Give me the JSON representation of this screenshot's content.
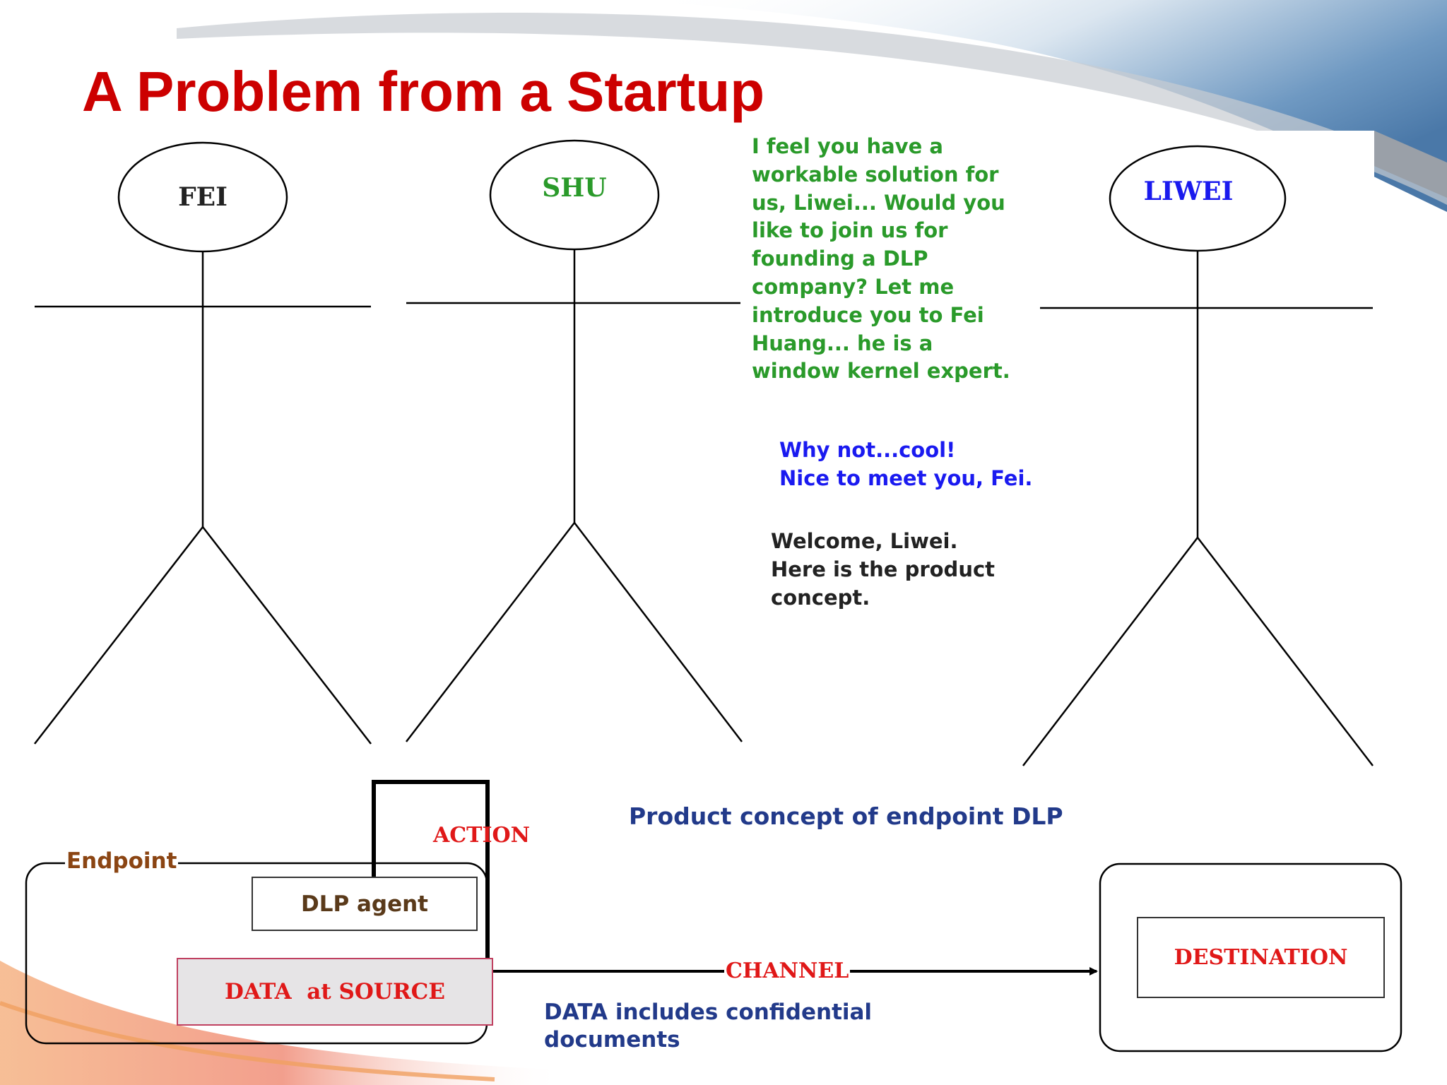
{
  "slide": {
    "title": "A Problem from a Startup"
  },
  "figures": {
    "fei": {
      "name": "FEI",
      "color": "#222222"
    },
    "shu": {
      "name": "SHU",
      "color": "#2a9a2a"
    },
    "liwei": {
      "name": "LIWEI",
      "color": "#1a1aee"
    }
  },
  "dialogue": {
    "shu": "I feel you have a\nworkable solution for\nus, Liwei... Would you\nlike to  join us for\nfounding  a DLP\ncompany?  Let me\nintroduce you to Fei\nHuang... he is a\nwindow kernel expert.",
    "liwei": "Why not...cool!\nNice to meet you, Fei.",
    "fei": "Welcome, Liwei.\nHere is the product\nconcept."
  },
  "concept": {
    "caption": "Product concept of endpoint DLP",
    "endpoint_label": "Endpoint",
    "agent_label": "DLP agent",
    "source_label": "DATA  at SOURCE",
    "action_label": "ACTION",
    "channel_label": "CHANNEL",
    "destination_label": "DESTINATION",
    "note": "DATA includes confidential\ndocuments"
  },
  "colors": {
    "title": "#cc0000",
    "accent_red": "#e01818",
    "navy": "#223a8a",
    "endpoint_brown": "#8b4513"
  }
}
